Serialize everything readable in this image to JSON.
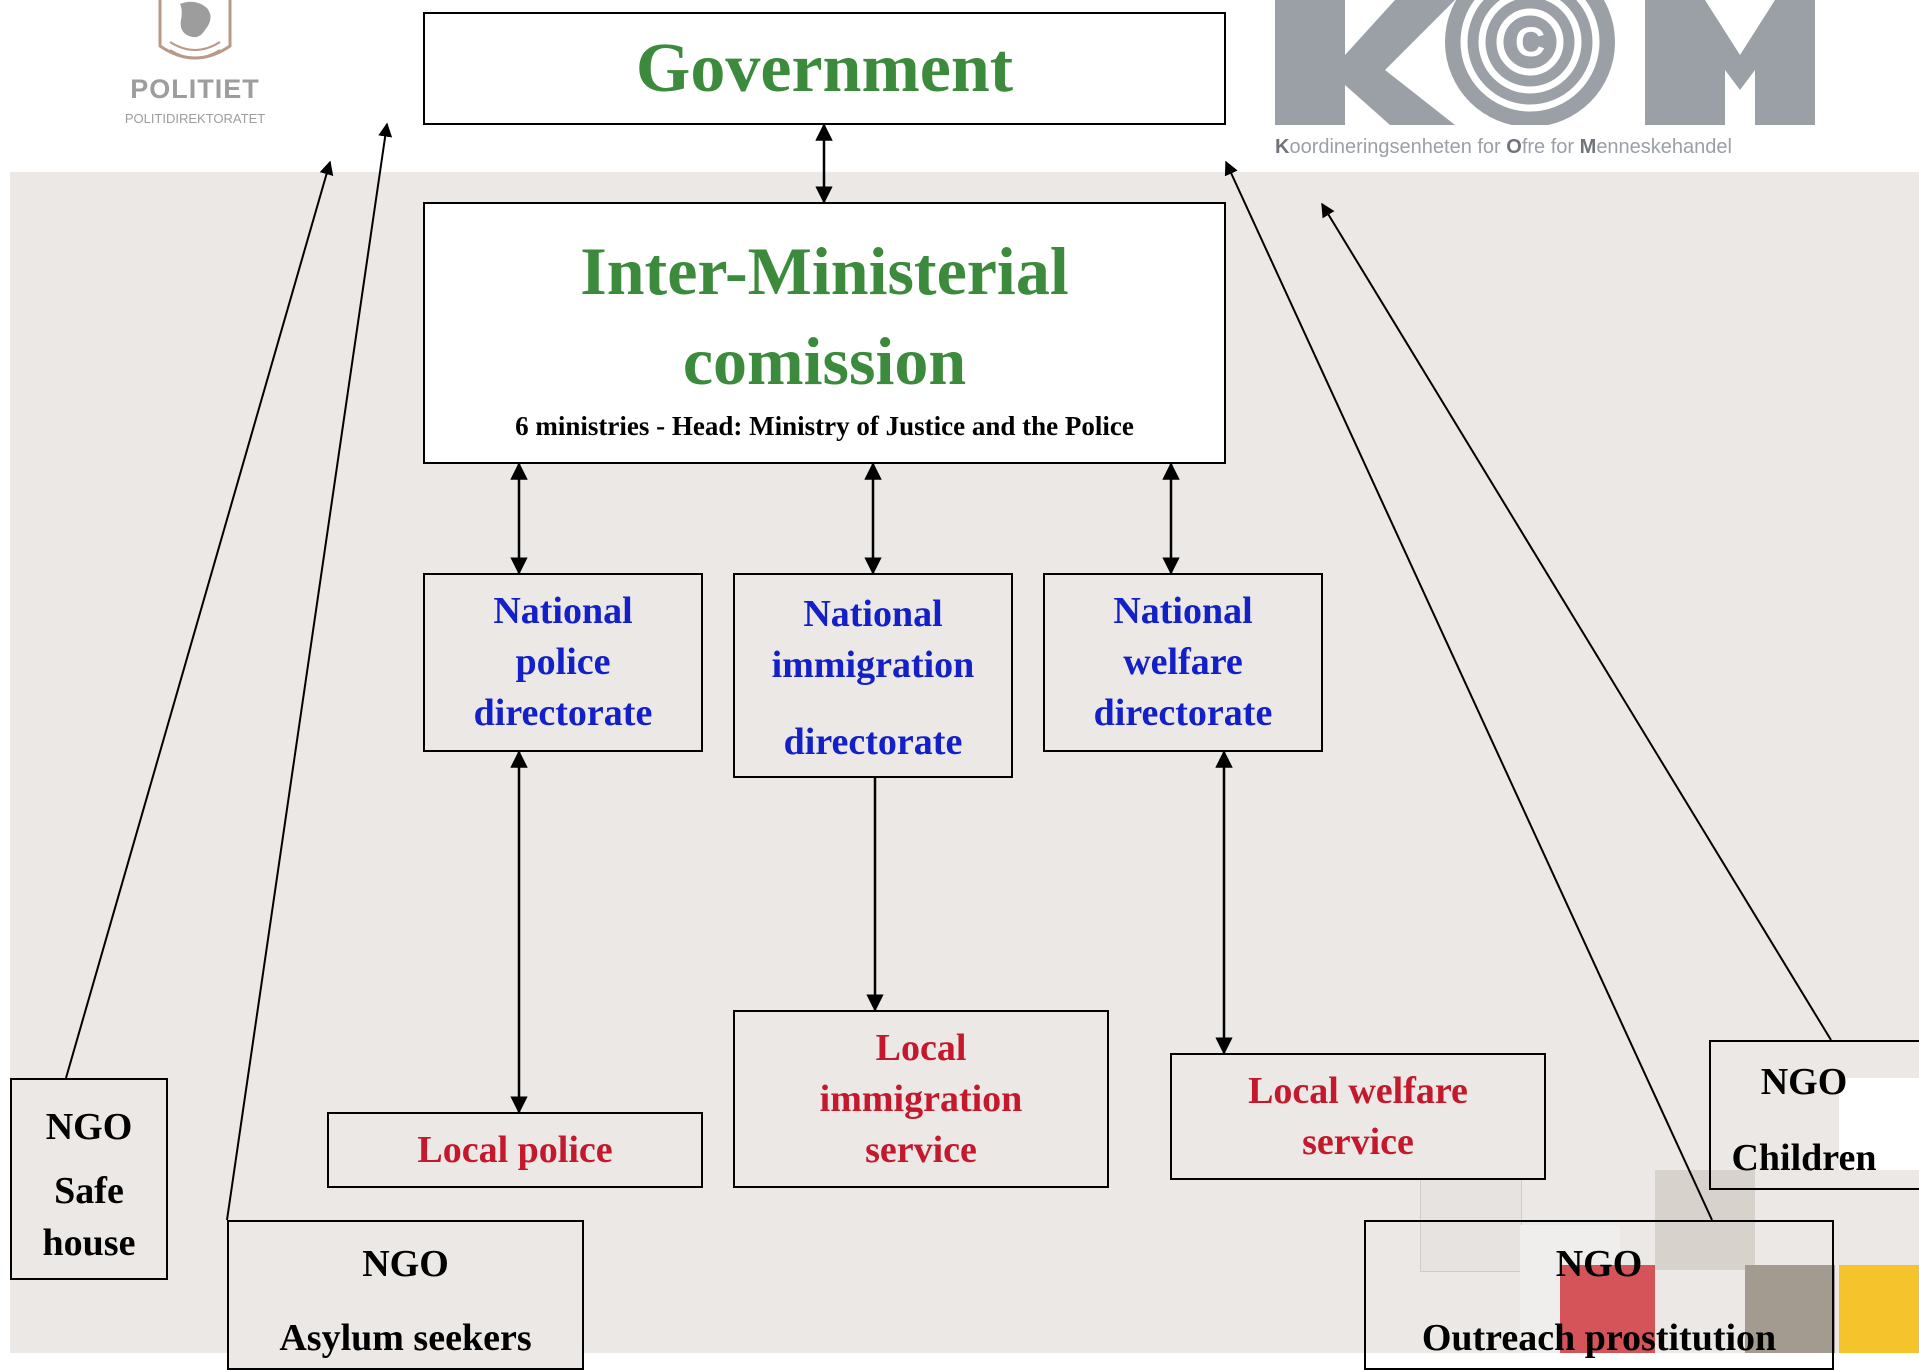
{
  "logos": {
    "politiet": {
      "name": "POLITIET",
      "sub": "POLITIDIREKTORATET"
    },
    "kom": {
      "letters": "KOM",
      "tagline_parts": [
        {
          "t": "K",
          "b": true
        },
        {
          "t": "oordineringsenheten for ",
          "b": false
        },
        {
          "t": "O",
          "b": true
        },
        {
          "t": "fre for ",
          "b": false
        },
        {
          "t": "M",
          "b": true
        },
        {
          "t": "enneskehandel",
          "b": false
        }
      ]
    }
  },
  "government": {
    "label": "Government"
  },
  "commission": {
    "title_lines": [
      "Inter-Ministerial",
      "comission"
    ],
    "subtitle": "6 ministries - Head: Ministry of Justice and the Police"
  },
  "directorates": [
    {
      "lines": [
        "National",
        "police",
        "directorate"
      ]
    },
    {
      "lines": [
        "National",
        "immigration",
        "directorate"
      ]
    },
    {
      "lines": [
        "National",
        "welfare",
        "directorate"
      ]
    }
  ],
  "local_services": [
    {
      "lines": [
        "Local police"
      ]
    },
    {
      "lines": [
        "Local",
        "immigration",
        "service"
      ]
    },
    {
      "lines": [
        "Local welfare",
        "service"
      ]
    }
  ],
  "ngos": [
    {
      "lines": [
        "NGO",
        "Safe",
        "house"
      ]
    },
    {
      "lines": [
        "NGO",
        "Asylum seekers"
      ]
    },
    {
      "lines": [
        "NGO",
        "Children"
      ]
    },
    {
      "lines": [
        "NGO",
        "Outreach prostitution"
      ]
    }
  ],
  "colors": {
    "green": "#3c8a3c",
    "blue": "#1320c7",
    "red": "#c4192c",
    "background": "#ebe8e5",
    "logo_gray": "#9aa0a6"
  }
}
